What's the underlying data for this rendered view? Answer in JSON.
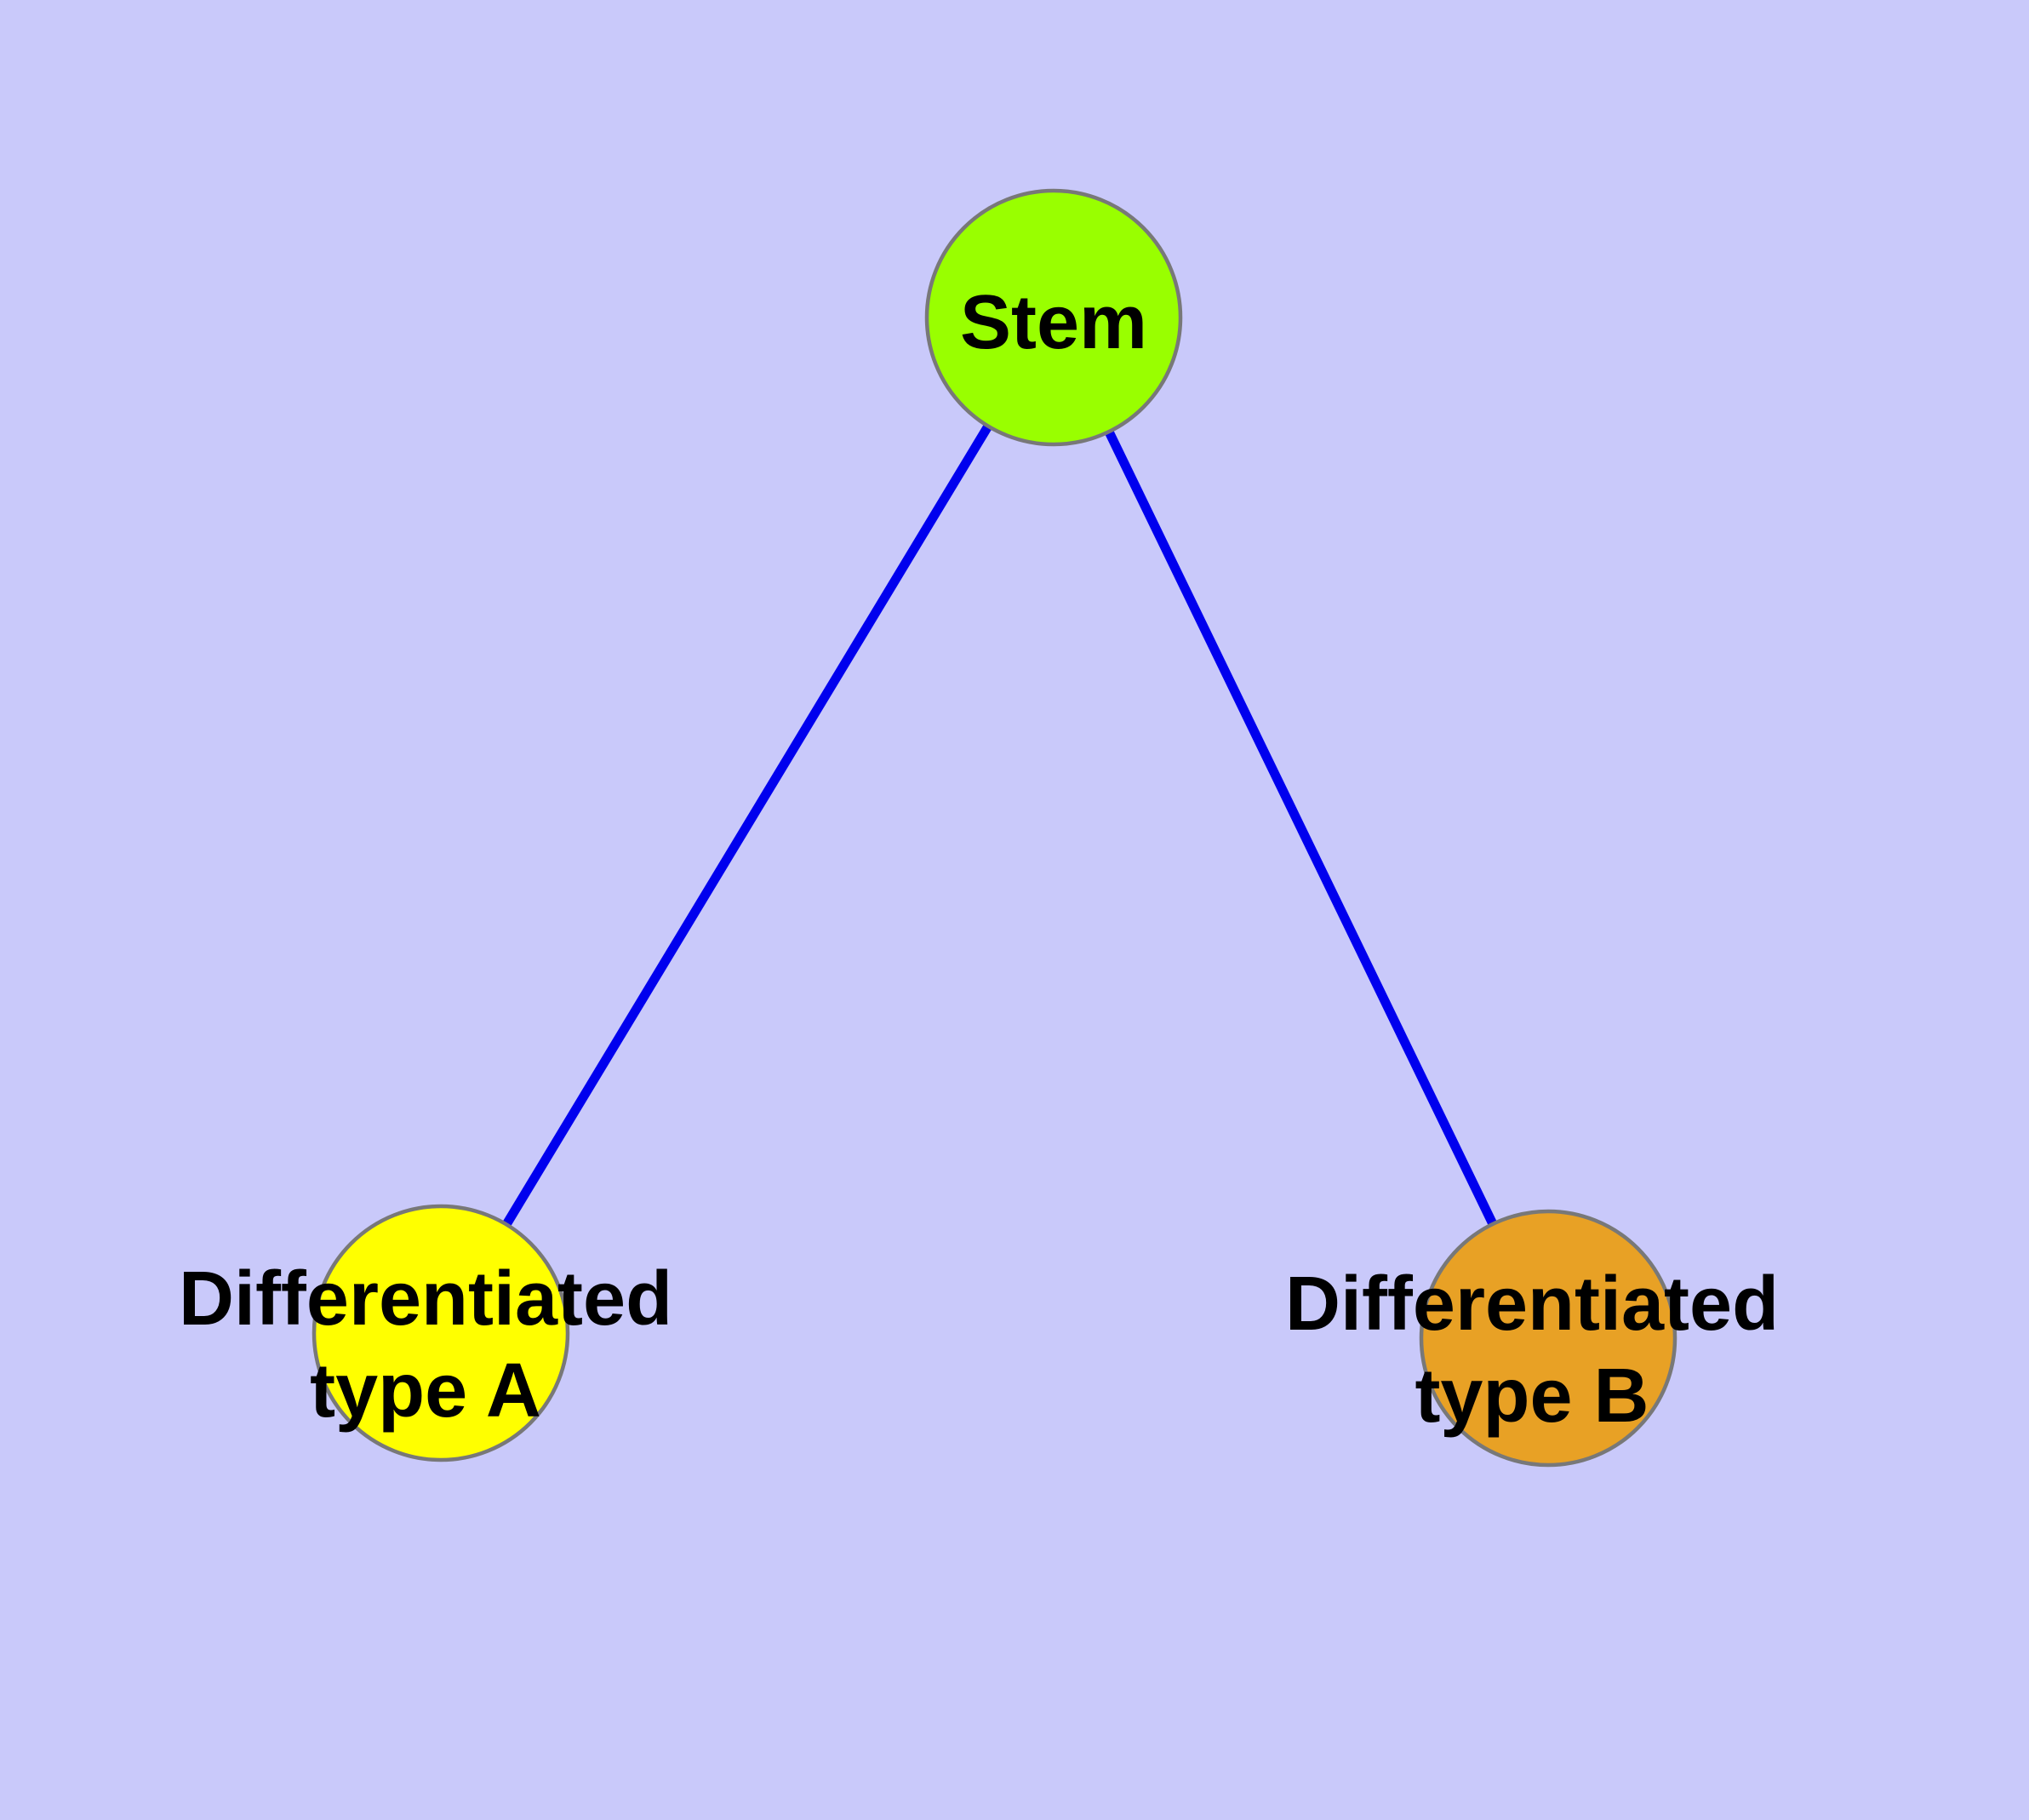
{
  "diagram": {
    "colors": {
      "background": "#C9C9FA",
      "edge": "#0000EE",
      "node_border": "#787878",
      "label_text": "#000000"
    },
    "nodes": {
      "stem": {
        "label": "Stem",
        "fill": "#99FF00"
      },
      "type_a": {
        "label": "Differentiated\ntype A",
        "fill": "#FFFF00"
      },
      "type_b": {
        "label": "Differentiated\ntype B",
        "fill": "#E8A125"
      }
    },
    "edges": [
      {
        "from": "Stem",
        "to": "Differentiated type A"
      },
      {
        "from": "Stem",
        "to": "Differentiated type B"
      }
    ]
  }
}
